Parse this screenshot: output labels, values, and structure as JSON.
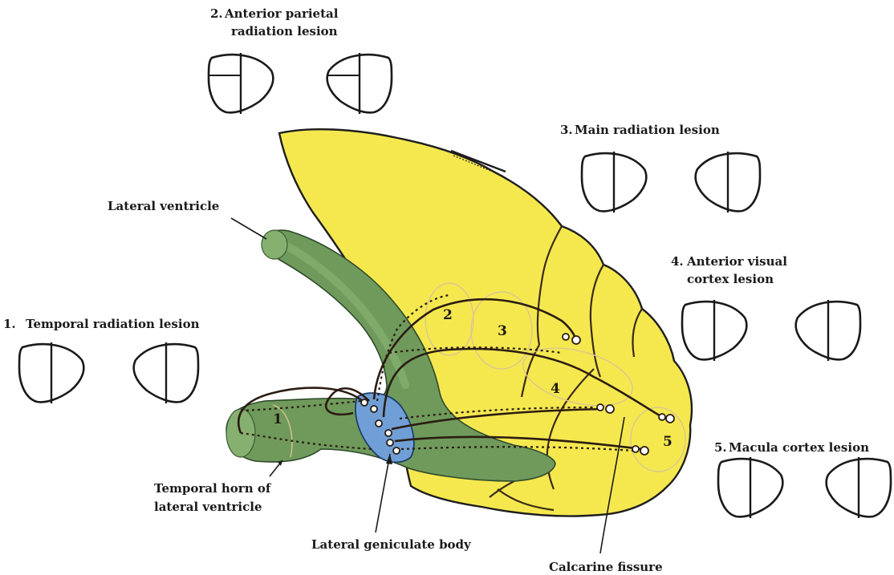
{
  "lesions": [
    {
      "number_label": "1.",
      "title_lines": [
        "Temporal radiation lesion"
      ],
      "zone_number": "1"
    },
    {
      "number_label": "2.",
      "title_lines": [
        "Anterior parietal",
        "radiation lesion"
      ],
      "zone_number": "2"
    },
    {
      "number_label": "3.",
      "title_lines": [
        "Main radiation lesion"
      ],
      "zone_number": "3"
    },
    {
      "number_label": "4.",
      "title_lines": [
        "Anterior visual",
        "cortex lesion"
      ],
      "zone_number": "4"
    },
    {
      "number_label": "5.",
      "title_lines": [
        "Macula cortex lesion"
      ],
      "zone_number": "5"
    }
  ],
  "structures": {
    "lateral_ventricle": "Lateral ventricle",
    "temporal_horn_lines": [
      "Temporal horn of",
      "lateral ventricle"
    ],
    "lateral_geniculate_body": "Lateral geniculate body",
    "calcarine_fissure": "Calcarine fissure"
  },
  "colors": {
    "cortex_yellow": "#f5e84f",
    "ventricle_green": "#6f9a5c",
    "lgb_blue": "#6f9fd6",
    "field_defect": "#2a1f1c"
  }
}
